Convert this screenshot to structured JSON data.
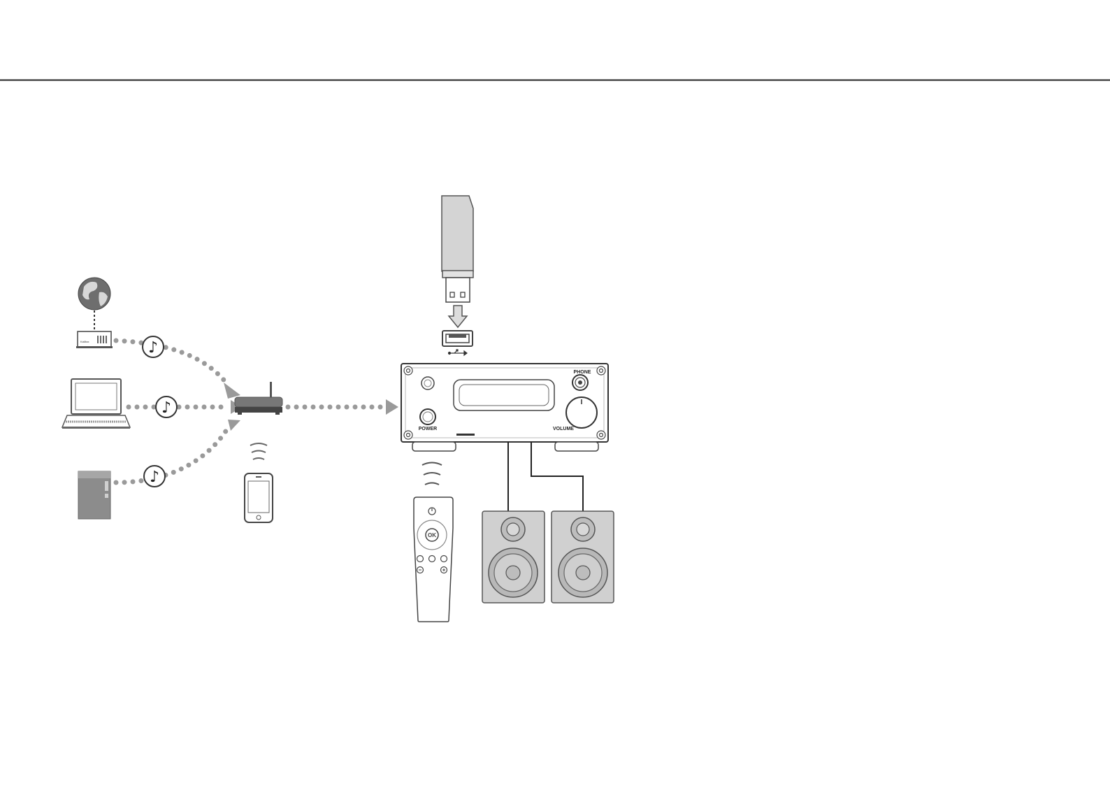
{
  "labels": {
    "phone_jack": "PHONE",
    "power": "POWER",
    "volume": "VOLUME",
    "remote_ok": "OK"
  },
  "icons": [
    "header-rule",
    "globe-icon",
    "modem-icon",
    "laptop-icon",
    "nas-icon",
    "smartphone-icon",
    "wifi-router-icon",
    "music-note-icon",
    "usb-flash-drive-icon",
    "usb-port-icon",
    "usb-symbol-icon",
    "streamer-amplifier",
    "remote-control-icon",
    "speaker-icon",
    "signal-waves-icon"
  ],
  "colors": {
    "line": "#333333",
    "dots": "#999999",
    "body": "#ffffff",
    "fill_grey": "#c8c8c8",
    "dark_grey": "#888888"
  }
}
